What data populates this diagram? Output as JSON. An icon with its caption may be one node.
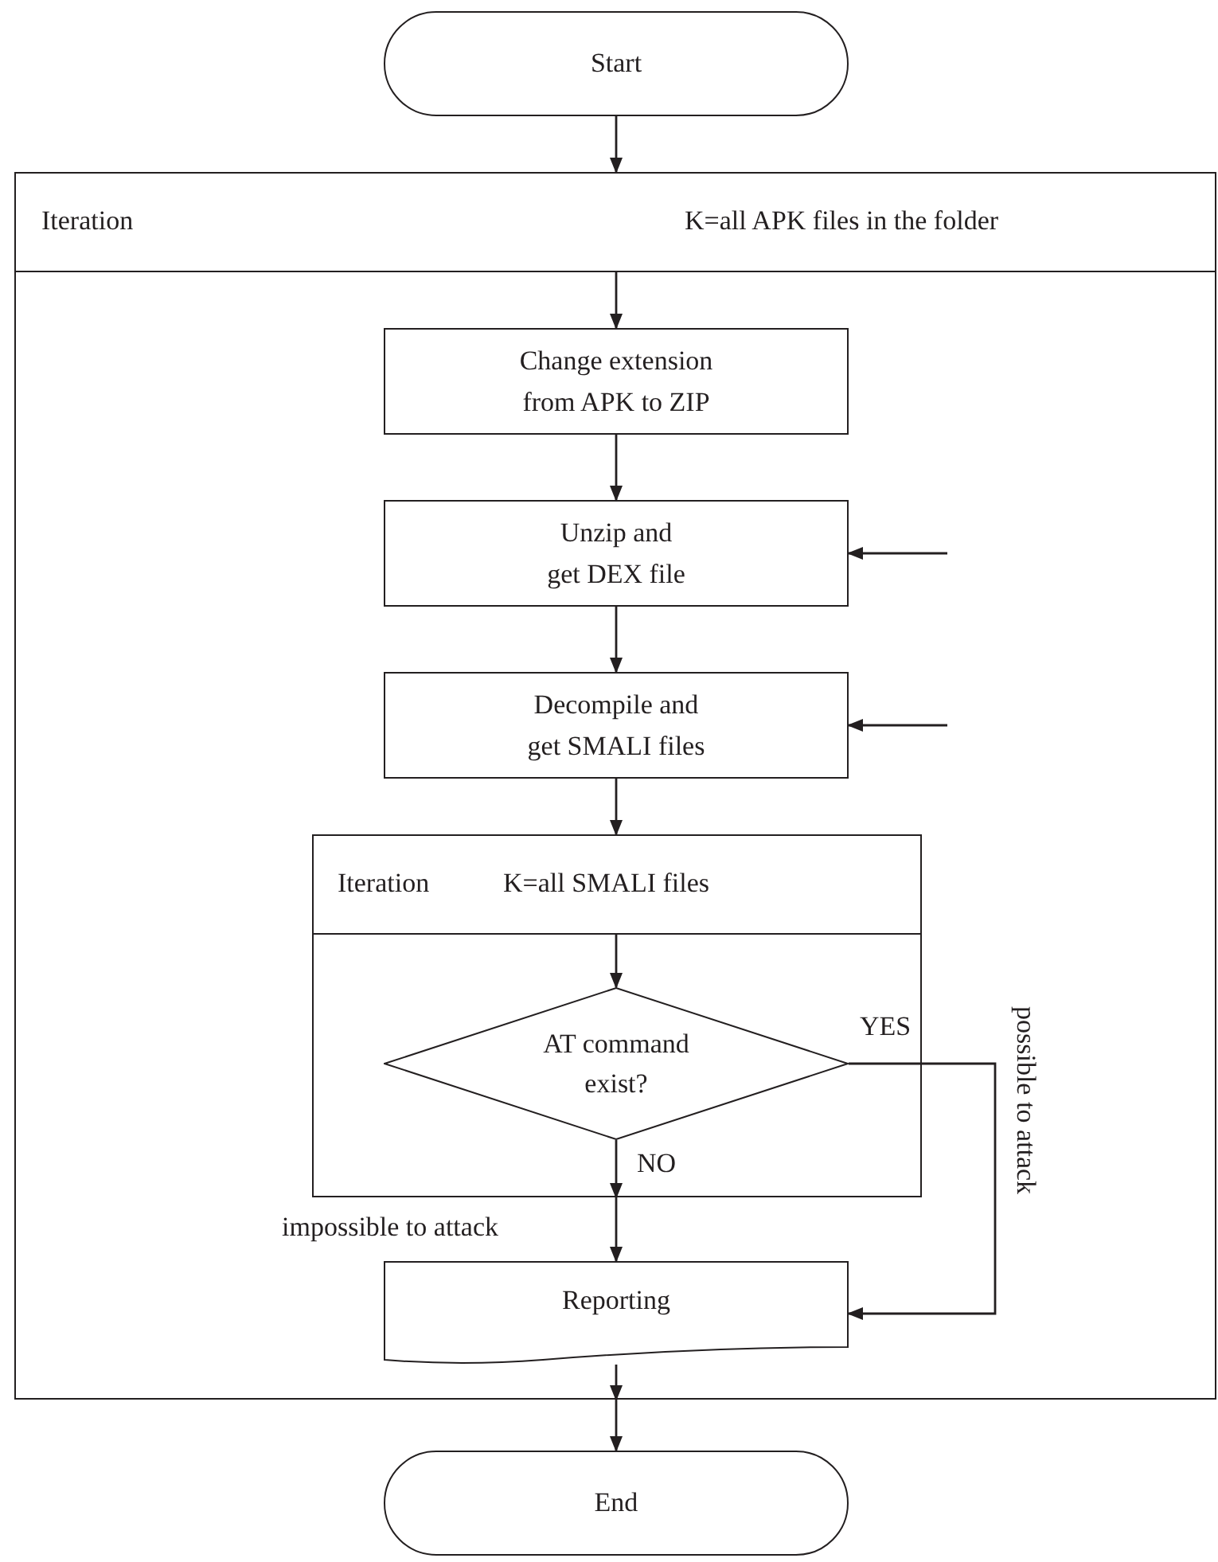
{
  "diagram": {
    "nodes": [
      {
        "text": [
          "Start"
        ]
      },
      {
        "text": [],
        "shape": "box"
      },
      {
        "text": [
          "Iteration",
          "K=all APK files in the folder"
        ],
        "in": 1
      },
      {
        "text": [
          "Change extension from APK to ZIP"
        ],
        "in": 1
      },
      {
        "text": [
          "Unzip and get DEX file"
        ],
        "in": 1
      },
      {
        "text": [
          "Decompile and get SMALI files"
        ],
        "in": 1
      },
      {
        "text": [],
        "shape": "box",
        "in": 1
      },
      {
        "text": [
          "Iteration",
          "K=all SMALI files"
        ],
        "in": 6
      },
      {
        "text": [
          "AT command exist?"
        ],
        "in": 6
      },
      {
        "text": [
          "Reporting"
        ],
        "in": 1
      },
      {
        "text": [
          "End"
        ]
      }
    ],
    "edges": [
      {
        "from": 0,
        "to": 2,
        "arrow": "to"
      },
      {
        "from": 2,
        "to": 3,
        "arrow": "to"
      },
      {
        "from": 3,
        "to": 4,
        "arrow": "to"
      },
      {
        "from": null,
        "to": 4,
        "arrow": "to"
      },
      {
        "from": 4,
        "to": 5,
        "arrow": "to"
      },
      {
        "from": null,
        "to": 5,
        "arrow": "to"
      },
      {
        "from": 5,
        "to": 7,
        "arrow": "to"
      },
      {
        "from": 7,
        "to": 8,
        "arrow": "to"
      },
      {
        "from": 8,
        "to": 9,
        "arrow": "to",
        "label": "YES"
      },
      {
        "from": 8,
        "to": 6,
        "arrow": "to",
        "label": "NO"
      },
      {
        "from": 6,
        "to": 9,
        "arrow": "to",
        "label": "impossible to attack"
      },
      {
        "from": 9,
        "to": 1,
        "arrow": "to"
      },
      {
        "from": 1,
        "to": 10,
        "arrow": "to"
      }
    ],
    "labels": [
      "possible to attack"
    ]
  }
}
